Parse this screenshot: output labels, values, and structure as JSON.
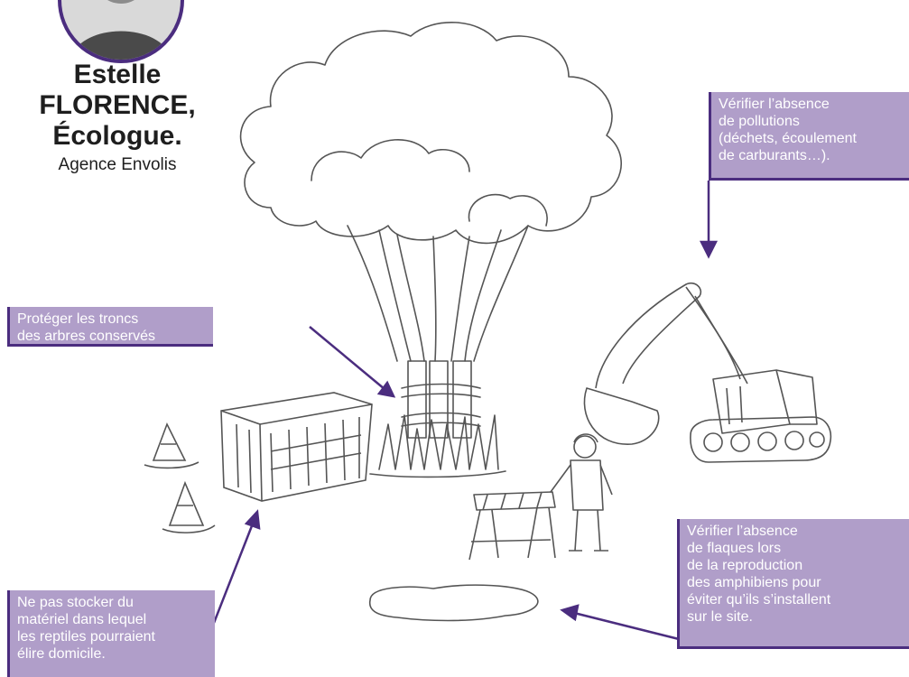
{
  "author": {
    "name": "Estelle\nFLORENCE,\nÉcologue.",
    "organization": "Agence Envolis"
  },
  "callouts": {
    "trunk_protection": "Protéger les troncs\ndes arbres conservés",
    "pollution_check": "Vérifier l’absence\nde pollutions\n(déchets, écoulement\nde carburants…).",
    "puddles_check": "Vérifier l’absence\nde flaques lors\nde la reproduction\ndes amphibiens pour\néviter qu’ils s’installent\nsur le site.",
    "no_storage": "Ne pas stocker du\nmatériel dans lequel\nles reptiles pourraient\nélire domicile."
  },
  "colors": {
    "accent": "#4b2d7f",
    "callout_fill": "#b09ec9",
    "sketch": "#555555"
  }
}
